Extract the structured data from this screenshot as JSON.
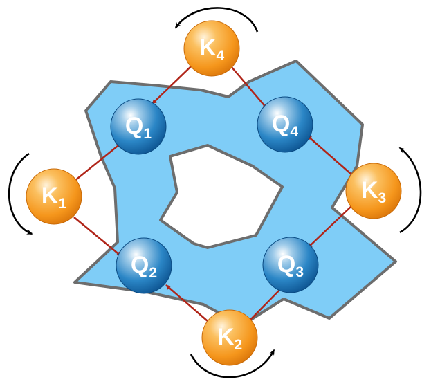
{
  "diagram": {
    "colors": {
      "frame_fill": "#7fcdf7",
      "frame_stroke": "#6d6d6d",
      "arrow": "#b02418",
      "rotation_arrow": "#000000",
      "k_node": "#f79a1e",
      "q_node": "#0f6fb4"
    },
    "k_nodes": [
      {
        "letter": "K",
        "sub": "1"
      },
      {
        "letter": "K",
        "sub": "2"
      },
      {
        "letter": "K",
        "sub": "3"
      },
      {
        "letter": "K",
        "sub": "4"
      }
    ],
    "q_nodes": [
      {
        "letter": "Q",
        "sub": "1"
      },
      {
        "letter": "Q",
        "sub": "2"
      },
      {
        "letter": "Q",
        "sub": "3"
      },
      {
        "letter": "Q",
        "sub": "4"
      }
    ],
    "edges": [
      {
        "from": "K1",
        "to": "Q1"
      },
      {
        "from": "K1",
        "to": "Q2"
      },
      {
        "from": "K2",
        "to": "Q2"
      },
      {
        "from": "K2",
        "to": "Q3"
      },
      {
        "from": "K3",
        "to": "Q3"
      },
      {
        "from": "K3",
        "to": "Q4"
      },
      {
        "from": "K4",
        "to": "Q4"
      },
      {
        "from": "K4",
        "to": "Q1"
      }
    ]
  }
}
